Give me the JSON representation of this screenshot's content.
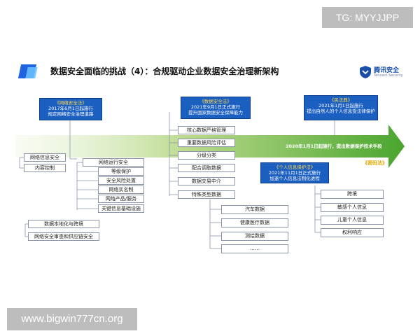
{
  "watermark_top": "TG: MYYJJPP",
  "watermark_bottom": "www.bigwin777cn.org",
  "title": "数据安全面临的挑战（4）：合规驱动企业数据安全治理新架构",
  "brand": {
    "name": "腾讯安全",
    "sub": "Tencent Security"
  },
  "laws": {
    "cyber": {
      "name": "《网络安全法》",
      "line1": "2017年6月1日起施行",
      "line2": "规定网络安全治理道路"
    },
    "data": {
      "name": "《数据安全法》",
      "line1": "2021年9月1日正式施行",
      "line2": "提升国家数据安全保障能力"
    },
    "civil": {
      "name": "《民法典》",
      "line1": "2021年1月1日起施行",
      "line2": "提出自然人的个人信息受法律保护"
    },
    "pipl": {
      "name": "《个人信息保护法》",
      "line1": "2021年11月1日正式施行",
      "line2": "加速个人信息法制化进程"
    }
  },
  "arrow_text": "2020年1月1日起施行，提出数据保护技术手段",
  "yellow_tag": "《密码法》",
  "cyber_items": [
    "网络信息安全",
    "内容控制"
  ],
  "cyber_sub_items": [
    "网络运行安全",
    "等级保护",
    "安全风险处置",
    "网络实名制",
    "网络产品/服务",
    "关键信息基础设施"
  ],
  "cyber_bottom_items": [
    "数据本地化与跨境",
    "网络安全审查和供应链安全"
  ],
  "data_items": [
    "核心数据严格管理",
    "重要数据风险评估",
    "分级分类",
    "配合调取数据",
    "数据交易中介",
    "特殊类型数据"
  ],
  "special_items": [
    "汽车数据",
    "健康医疗数据",
    "测绘数据",
    "……"
  ],
  "pipl_items": [
    "跨境",
    "敏感个人信息",
    "儿童个人信息",
    "权利响应"
  ]
}
